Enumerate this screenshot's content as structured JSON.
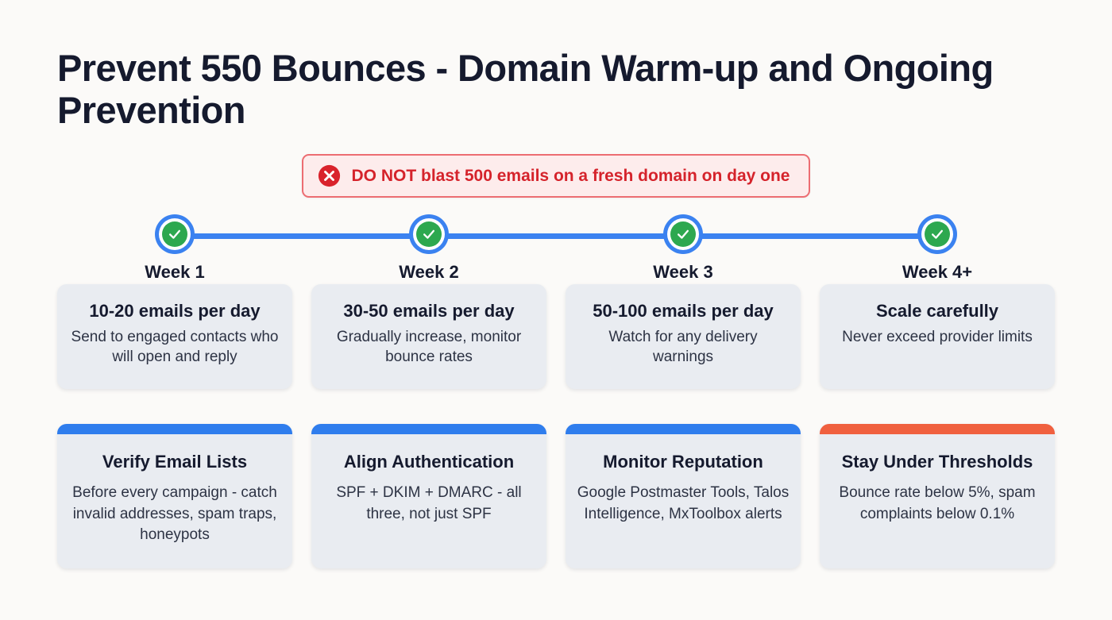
{
  "page": {
    "background_color": "#fbfaf8",
    "title": "Prevent 550 Bounces - Domain Warm-up and Ongoing Prevention"
  },
  "warning": {
    "icon": "error-circle-x-icon",
    "text": "DO NOT blast 500 emails on a fresh domain on day one",
    "text_color": "#d5232b",
    "background_color": "#fdecec",
    "border_color": "#ec6d72"
  },
  "timeline": {
    "line_color": "#3b82f0",
    "node_ring_color": "#3b82f0",
    "node_core_color": "#2da84f",
    "node_icon": "check-icon",
    "nodes": [
      {
        "label": "Week 1"
      },
      {
        "label": "Week 2"
      },
      {
        "label": "Week 3"
      },
      {
        "label": "Week 4+"
      }
    ]
  },
  "week_cards": [
    {
      "title": "10-20 emails per day",
      "desc": "Send to engaged contacts who will open and reply"
    },
    {
      "title": "30-50 emails per day",
      "desc": "Gradually increase, monitor bounce rates"
    },
    {
      "title": "50-100 emails per day",
      "desc": "Watch for any delivery warnings"
    },
    {
      "title": "Scale carefully",
      "desc": "Never exceed provider limits"
    }
  ],
  "bottom_cards": [
    {
      "title": "Verify Email Lists",
      "desc": "Before every campaign - catch invalid addresses, spam traps, honeypots",
      "accent_color": "#2f7ded"
    },
    {
      "title": "Align Authentication",
      "desc": "SPF + DKIM + DMARC - all three, not just SPF",
      "accent_color": "#2f7ded"
    },
    {
      "title": "Monitor Reputation",
      "desc": "Google Postmaster Tools, Talos Intelligence, MxToolbox alerts",
      "accent_color": "#2f7ded"
    },
    {
      "title": "Stay Under Thresholds",
      "desc": "Bounce rate below 5%, spam complaints below 0.1%",
      "accent_color": "#f0603f"
    }
  ]
}
